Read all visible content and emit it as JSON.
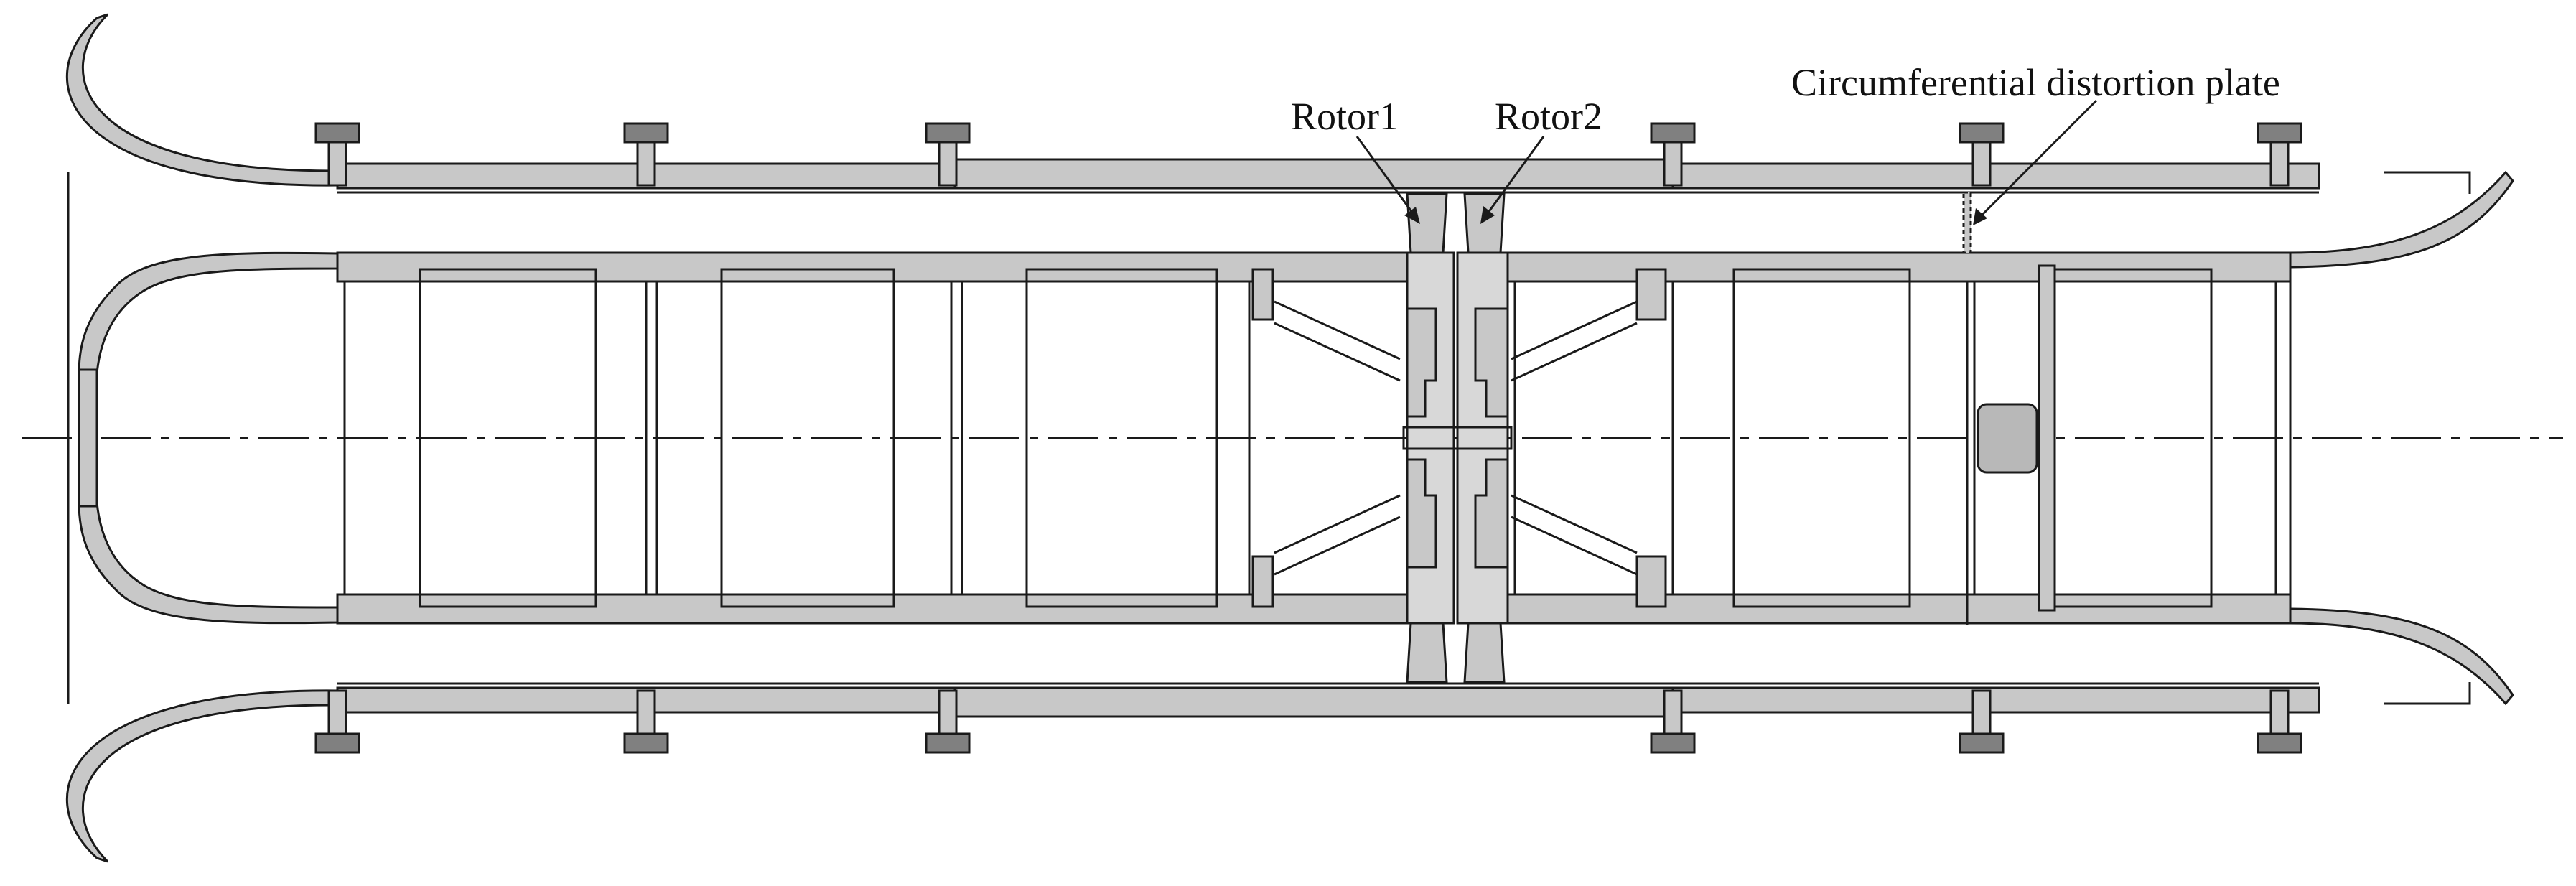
{
  "labels": {
    "rotor1": "Rotor1",
    "rotor2": "Rotor2",
    "distortion_plate": "Circumferential distortion plate"
  },
  "colors": {
    "metal": "#c8c8c8",
    "stroke": "#1a1a1a",
    "background": "#ffffff",
    "bolt": "#808080"
  },
  "components": [
    "bellmouth-inlet",
    "outer-casing",
    "inner-casing",
    "hub-bodies",
    "rotor1",
    "rotor2",
    "support-struts",
    "circumferential-distortion-plate",
    "exit-diffuser",
    "flange-bolts",
    "centerline"
  ]
}
